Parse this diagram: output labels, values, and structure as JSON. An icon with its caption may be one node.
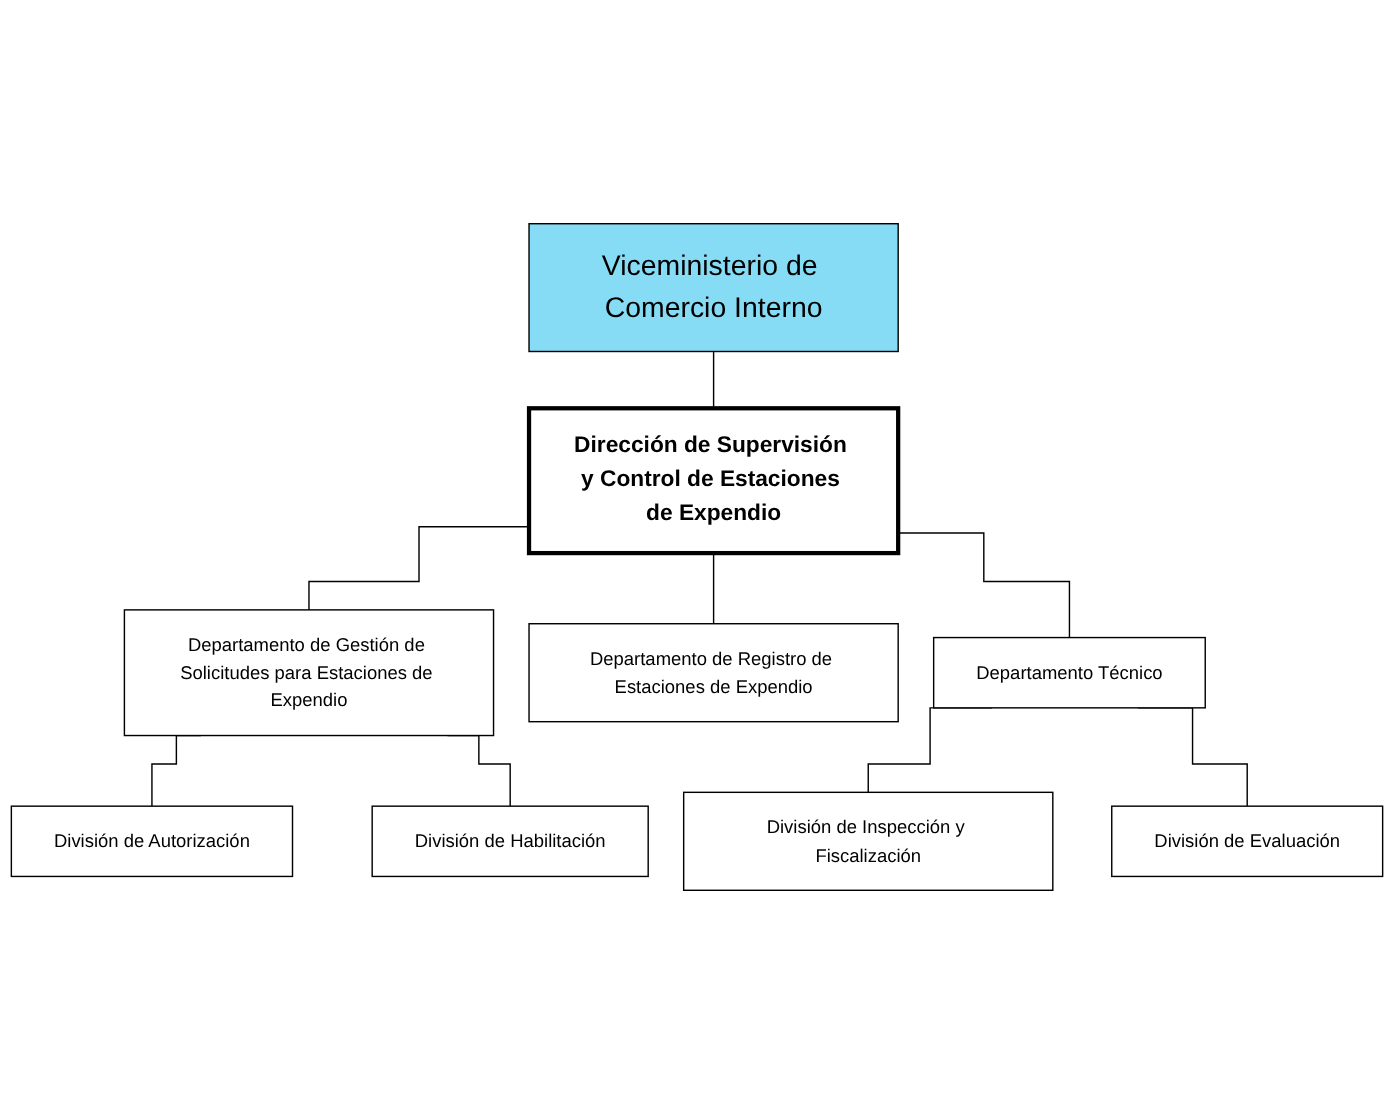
{
  "diagram": {
    "nodes": [
      {
        "text": [
          "Viceministerio de Comercio Interno"
        ]
      },
      {
        "text": [
          "Dirección de Supervisión y Control de Estaciones de Expendio"
        ]
      },
      {
        "text": [
          "Departamento de Gestión de Solicitudes para Estaciones de Expendio"
        ]
      },
      {
        "text": [
          "Departamento de Registro de Estaciones de Expendio"
        ]
      },
      {
        "text": [
          "Departamento Técnico"
        ]
      },
      {
        "text": [
          "División de Autorización"
        ]
      },
      {
        "text": [
          "División de Habilitación"
        ]
      },
      {
        "text": [
          "División de Inspección y Fiscalización"
        ]
      },
      {
        "text": [
          "División de Evaluación"
        ]
      }
    ],
    "edges": [
      {
        "from": 0,
        "to": 1,
        "arrow": "none"
      },
      {
        "from": 1,
        "to": 2,
        "arrow": "none"
      },
      {
        "from": 1,
        "to": 3,
        "arrow": "none"
      },
      {
        "from": 1,
        "to": 4,
        "arrow": "none"
      },
      {
        "from": 2,
        "to": 5,
        "arrow": "none"
      },
      {
        "from": 2,
        "to": 6,
        "arrow": "none"
      },
      {
        "from": 4,
        "to": 7,
        "arrow": "none"
      },
      {
        "from": 4,
        "to": 8,
        "arrow": "none"
      }
    ]
  }
}
